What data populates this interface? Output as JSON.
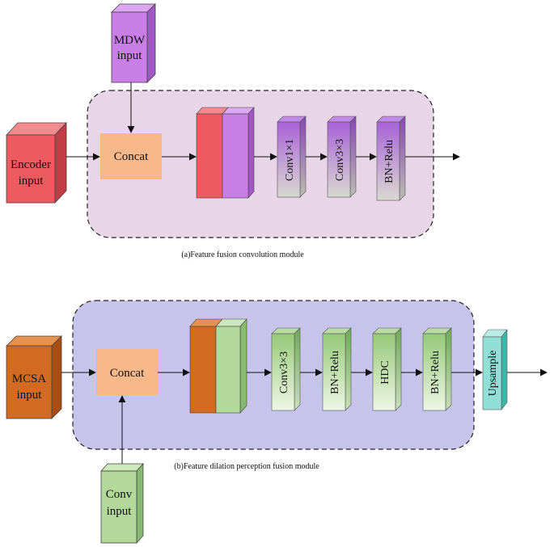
{
  "colors": {
    "panel_a_fill": "#e8d5e8",
    "panel_b_fill": "#c6c4ea",
    "concat_fill": "#f7b98a",
    "encoder_front": "#ee5a60",
    "encoder_side": "#c13c45",
    "encoder_top": "#f38a8e",
    "mdw_front": "#c87ee6",
    "mdw_side": "#a257c7",
    "mdw_top": "#dba7f0",
    "mcsa_front": "#d36a22",
    "mcsa_side": "#a84e12",
    "mcsa_top": "#e6914f",
    "conv_in_front": "#b2d89a",
    "conv_in_side": "#88b970",
    "conv_in_top": "#cde8bb",
    "green_block_top": "#96c978",
    "green_block_bottom": "#eef6e6",
    "purple_block_top": "#a862d8",
    "purple_block_bottom": "#d9d9cf",
    "upsample_front": "#8fdfd6",
    "upsample_side": "#3fb5aa",
    "upsample_top": "#b8ece6"
  },
  "module_a": {
    "caption": "(a)Feature fusion convolution module",
    "encoder_input": [
      "Encoder",
      "input"
    ],
    "mdw_input": [
      "MDW",
      "input"
    ],
    "concat": "Concat",
    "conv1": "Conv1×1",
    "conv3": "Conv3×3",
    "bn_relu": "BN+Relu"
  },
  "module_b": {
    "caption": "(b)Feature dilation perception fusion module",
    "mcsa_input": [
      "MCSA",
      "input"
    ],
    "conv_input": [
      "Conv",
      "input"
    ],
    "concat": "Concat",
    "conv3": "Conv3×3",
    "bn_relu_1": "BN+Relu",
    "hdc": "HDC",
    "bn_relu_2": "BN+Relu",
    "upsample": "Upsample"
  }
}
